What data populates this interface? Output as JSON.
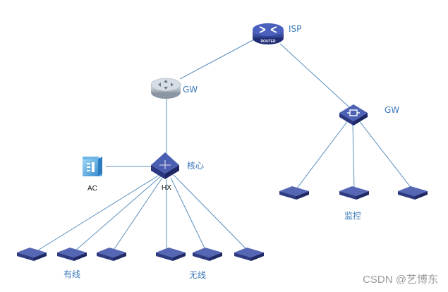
{
  "colors": {
    "link": "#5a8fbf",
    "device_blue": "#3d4f9e",
    "device_dark": "#252f6e",
    "label_blue": "#3a78b8",
    "gw_silver": "#b8c2cb"
  },
  "nodes": {
    "isp_router": {
      "label": "ISP",
      "badge": "ROUTER",
      "icon": "router-icon"
    },
    "gw_left": {
      "label": "GW",
      "icon": "router-icon"
    },
    "gw_right": {
      "label": "GW",
      "icon": "switch-icon"
    },
    "core": {
      "label": "核心",
      "sublabel": "HX",
      "icon": "core-switch-icon"
    },
    "ac": {
      "label": "AC",
      "icon": "access-controller-icon"
    }
  },
  "groups": {
    "wired": {
      "label": "有线"
    },
    "wireless": {
      "label": "无线"
    },
    "monitor": {
      "label": "监控"
    }
  },
  "watermark": "CSDN @艺博东"
}
